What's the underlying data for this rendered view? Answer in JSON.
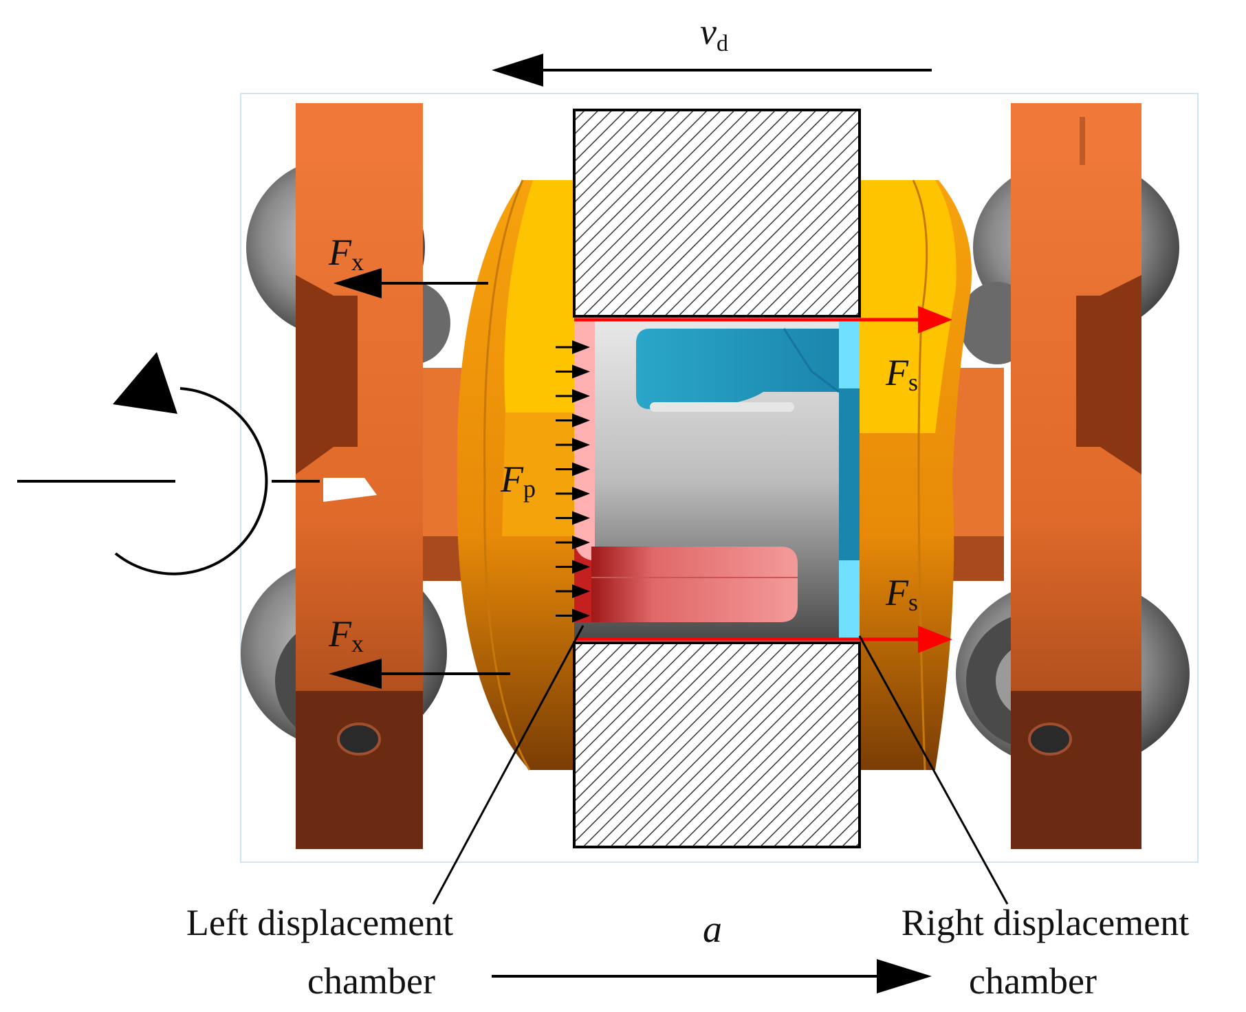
{
  "labels": {
    "velocity": {
      "symbol": "v",
      "subscript": "d"
    },
    "acceleration": "a",
    "force_x_top": {
      "symbol": "F",
      "subscript": "x"
    },
    "force_x_bottom": {
      "symbol": "F",
      "subscript": "x"
    },
    "force_s_top": {
      "symbol": "F",
      "subscript": "s"
    },
    "force_s_bottom": {
      "symbol": "F",
      "subscript": "s"
    },
    "force_p": {
      "symbol": "F",
      "subscript": "p"
    },
    "left_chamber_line1": "Left displacement",
    "left_chamber_line2": "chamber",
    "right_chamber_line1": "Right displacement",
    "right_chamber_line2": "chamber"
  },
  "colors": {
    "orange_frame": "#f07a3a",
    "orange_dark": "#a84a1e",
    "brown": "#6b2a12",
    "yellow_flange": "#ffc400",
    "orange_flange": "#f29a0a",
    "wheel_gray": "#7a7a7a",
    "blue_chamber": "#1fa3c8",
    "light_blue": "#6fe0ff",
    "red_chamber": "#f08080",
    "pink": "#ffb0b0",
    "force_red": "#ff0000",
    "arrow_black": "#000000"
  }
}
